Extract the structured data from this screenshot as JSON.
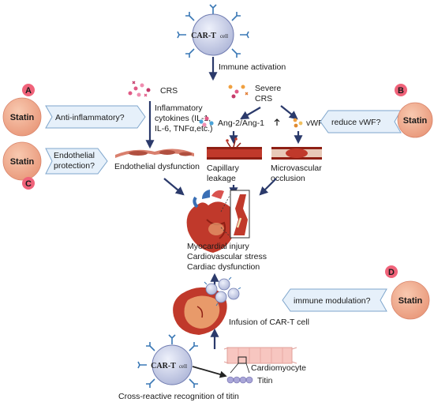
{
  "car_t_top": {
    "label": "CAR-T",
    "sub": "cell"
  },
  "car_t_bottom": {
    "label": "CAR-T",
    "sub": "cell"
  },
  "labels": {
    "immune_activation": "Immune activation",
    "crs": "CRS",
    "severe_crs_line1": "Severe",
    "severe_crs_line2": "CRS",
    "inflammatory_line1": "Inflammatory",
    "inflammatory_line2": "cytokines (IL-1,",
    "inflammatory_line3": "IL-6, TNFα,etc.)",
    "ang": "Ang-2/Ang-1",
    "vwf": "vWF",
    "endothelial_dysfunction": "Endothelial dysfunction",
    "capillary_line1": "Capillary",
    "capillary_line2": "leakage",
    "microvascular_line1": "Microvascular",
    "microvascular_line2": "occlusion",
    "outcome_line1": "Myocardial injury",
    "outcome_line2": "Cardiovascular stress",
    "outcome_line3": "Cardiac dysfunction",
    "infusion": "Infusion of CAR-T cell",
    "cardiomyocyte": "Cardiomyocyte",
    "titin": "Titin",
    "cross_reactive": "Cross-reactive recognition of titin"
  },
  "badges": {
    "a": "A",
    "b": "B",
    "c": "C",
    "d": "D"
  },
  "statin_label": "Statin",
  "pathways": {
    "a": "Anti-inflammatory?",
    "b": "reduce vWF?",
    "c_line1": "Endothelial",
    "c_line2": "protection?",
    "d": "immune modulation?"
  },
  "colors": {
    "badge": "#f0637a",
    "statin": "#f2b08f",
    "arrow_box": "#e6f0fa",
    "arrow_box_border": "#7fa6cc",
    "flow_arrow": "#2b3a6b",
    "vessel": "#c0392b",
    "cell_body": "#c8cfe8"
  }
}
